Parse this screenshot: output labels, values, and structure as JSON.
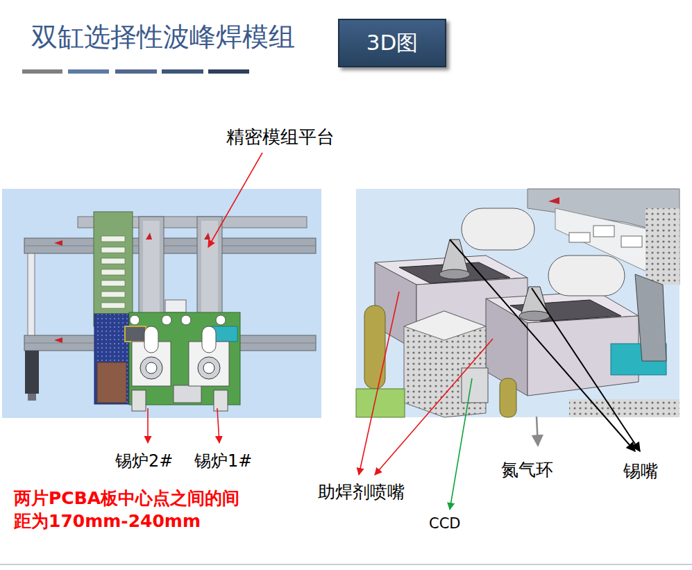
{
  "diagram": {
    "title": "双缸选择性波峰焊模组",
    "nodes": [
      {
        "text": [
          "3D图"
        ]
      }
    ],
    "labels": [
      "精密模组平台",
      "锡炉2#",
      "锡炉1#",
      "两片PCBA板中心点之间的间距为170mm-240mm",
      "助焊剂喷嘴",
      "CCD",
      "氮气环",
      "锡嘴"
    ]
  }
}
